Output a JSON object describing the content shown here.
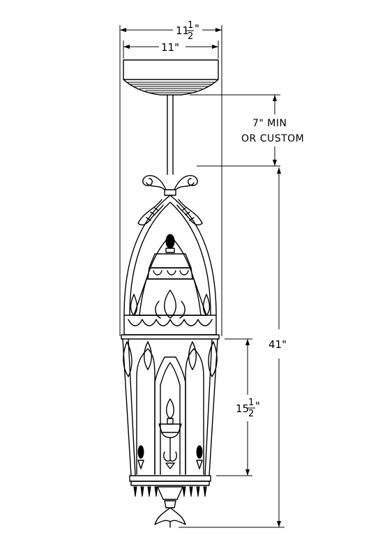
{
  "dimensions": {
    "overall_width_whole": "11",
    "overall_width_num": "1",
    "overall_width_den": "2",
    "overall_width_unit": "\"",
    "canopy_width": "11\"",
    "stem_line1": "7\" MIN",
    "stem_line2": "OR CUSTOM",
    "overall_height": "41\"",
    "lantern_height_whole": "15",
    "lantern_height_num": "1",
    "lantern_height_den": "2",
    "lantern_height_unit": "\""
  },
  "colors": {
    "line": "#000000",
    "background": "#ffffff"
  }
}
